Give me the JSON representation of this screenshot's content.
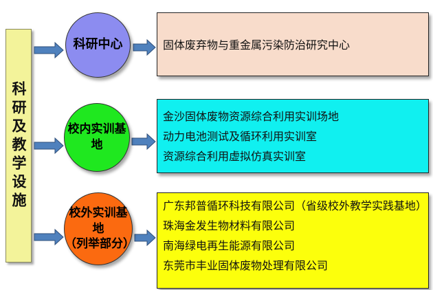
{
  "left_label": "科研及教学设施",
  "nodes": [
    {
      "circle_lines": [
        "科研中心"
      ],
      "items": [
        "固体废弃物与重金属污染防治研究中心"
      ]
    },
    {
      "circle_lines": [
        "校内实训基地"
      ],
      "items": [
        "金沙固体废物资源综合利用实训场地",
        "动力电池测试及循环利用实训室",
        "资源综合利用虚拟仿真实训室"
      ]
    },
    {
      "circle_lines": [
        "校外实训基地",
        "（列举部分）"
      ],
      "items": [
        "广东邦普循环科技有限公司（省级校外教学实践基地）",
        "珠海金发生物材料有限公司",
        "南海绿电再生能源有限公司",
        "东莞市丰业固体废物处理有限公司"
      ]
    }
  ],
  "colors": {
    "arrow_fill": "#4f81bd",
    "arrow_stroke": "#2f4f7a"
  }
}
